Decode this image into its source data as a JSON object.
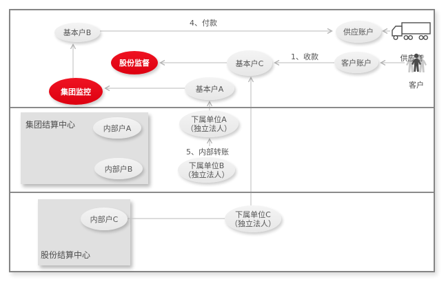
{
  "diagram": {
    "boxes": {
      "group_settlement_center": "集团结算中心",
      "share_settlement_center": "股份结算中心"
    },
    "nodes": {
      "basic_b": "基本户B",
      "share_supervision": "股份监督",
      "group_monitor": "集团监控",
      "basic_a": "基本户A",
      "basic_c": "基本户C",
      "supplier_account": "供应账户",
      "customer_account": "客户账户",
      "internal_a": "内部户A",
      "internal_b": "内部户B",
      "internal_c": "内部户C",
      "sub_unit_a": {
        "name": "下属单位A",
        "note": "（独立法人）"
      },
      "sub_unit_b": {
        "name": "下属单位B",
        "note": "（独立法人）"
      },
      "sub_unit_c": {
        "name": "下属单位C",
        "note": "（独立法人）"
      }
    },
    "actors": {
      "supplier": "供应商",
      "customer": "客户"
    },
    "flow_labels": {
      "payment": "4、付款",
      "collection": "1、收款",
      "internal_transfer": "5、内部转账"
    },
    "colors": {
      "highlight_red": "#e60012",
      "node_gray": "#ececec",
      "box_gray": "#e0e0e0",
      "line_gray": "#c6c6c6",
      "frame_gray": "#848484",
      "text_gray": "#555555"
    }
  }
}
